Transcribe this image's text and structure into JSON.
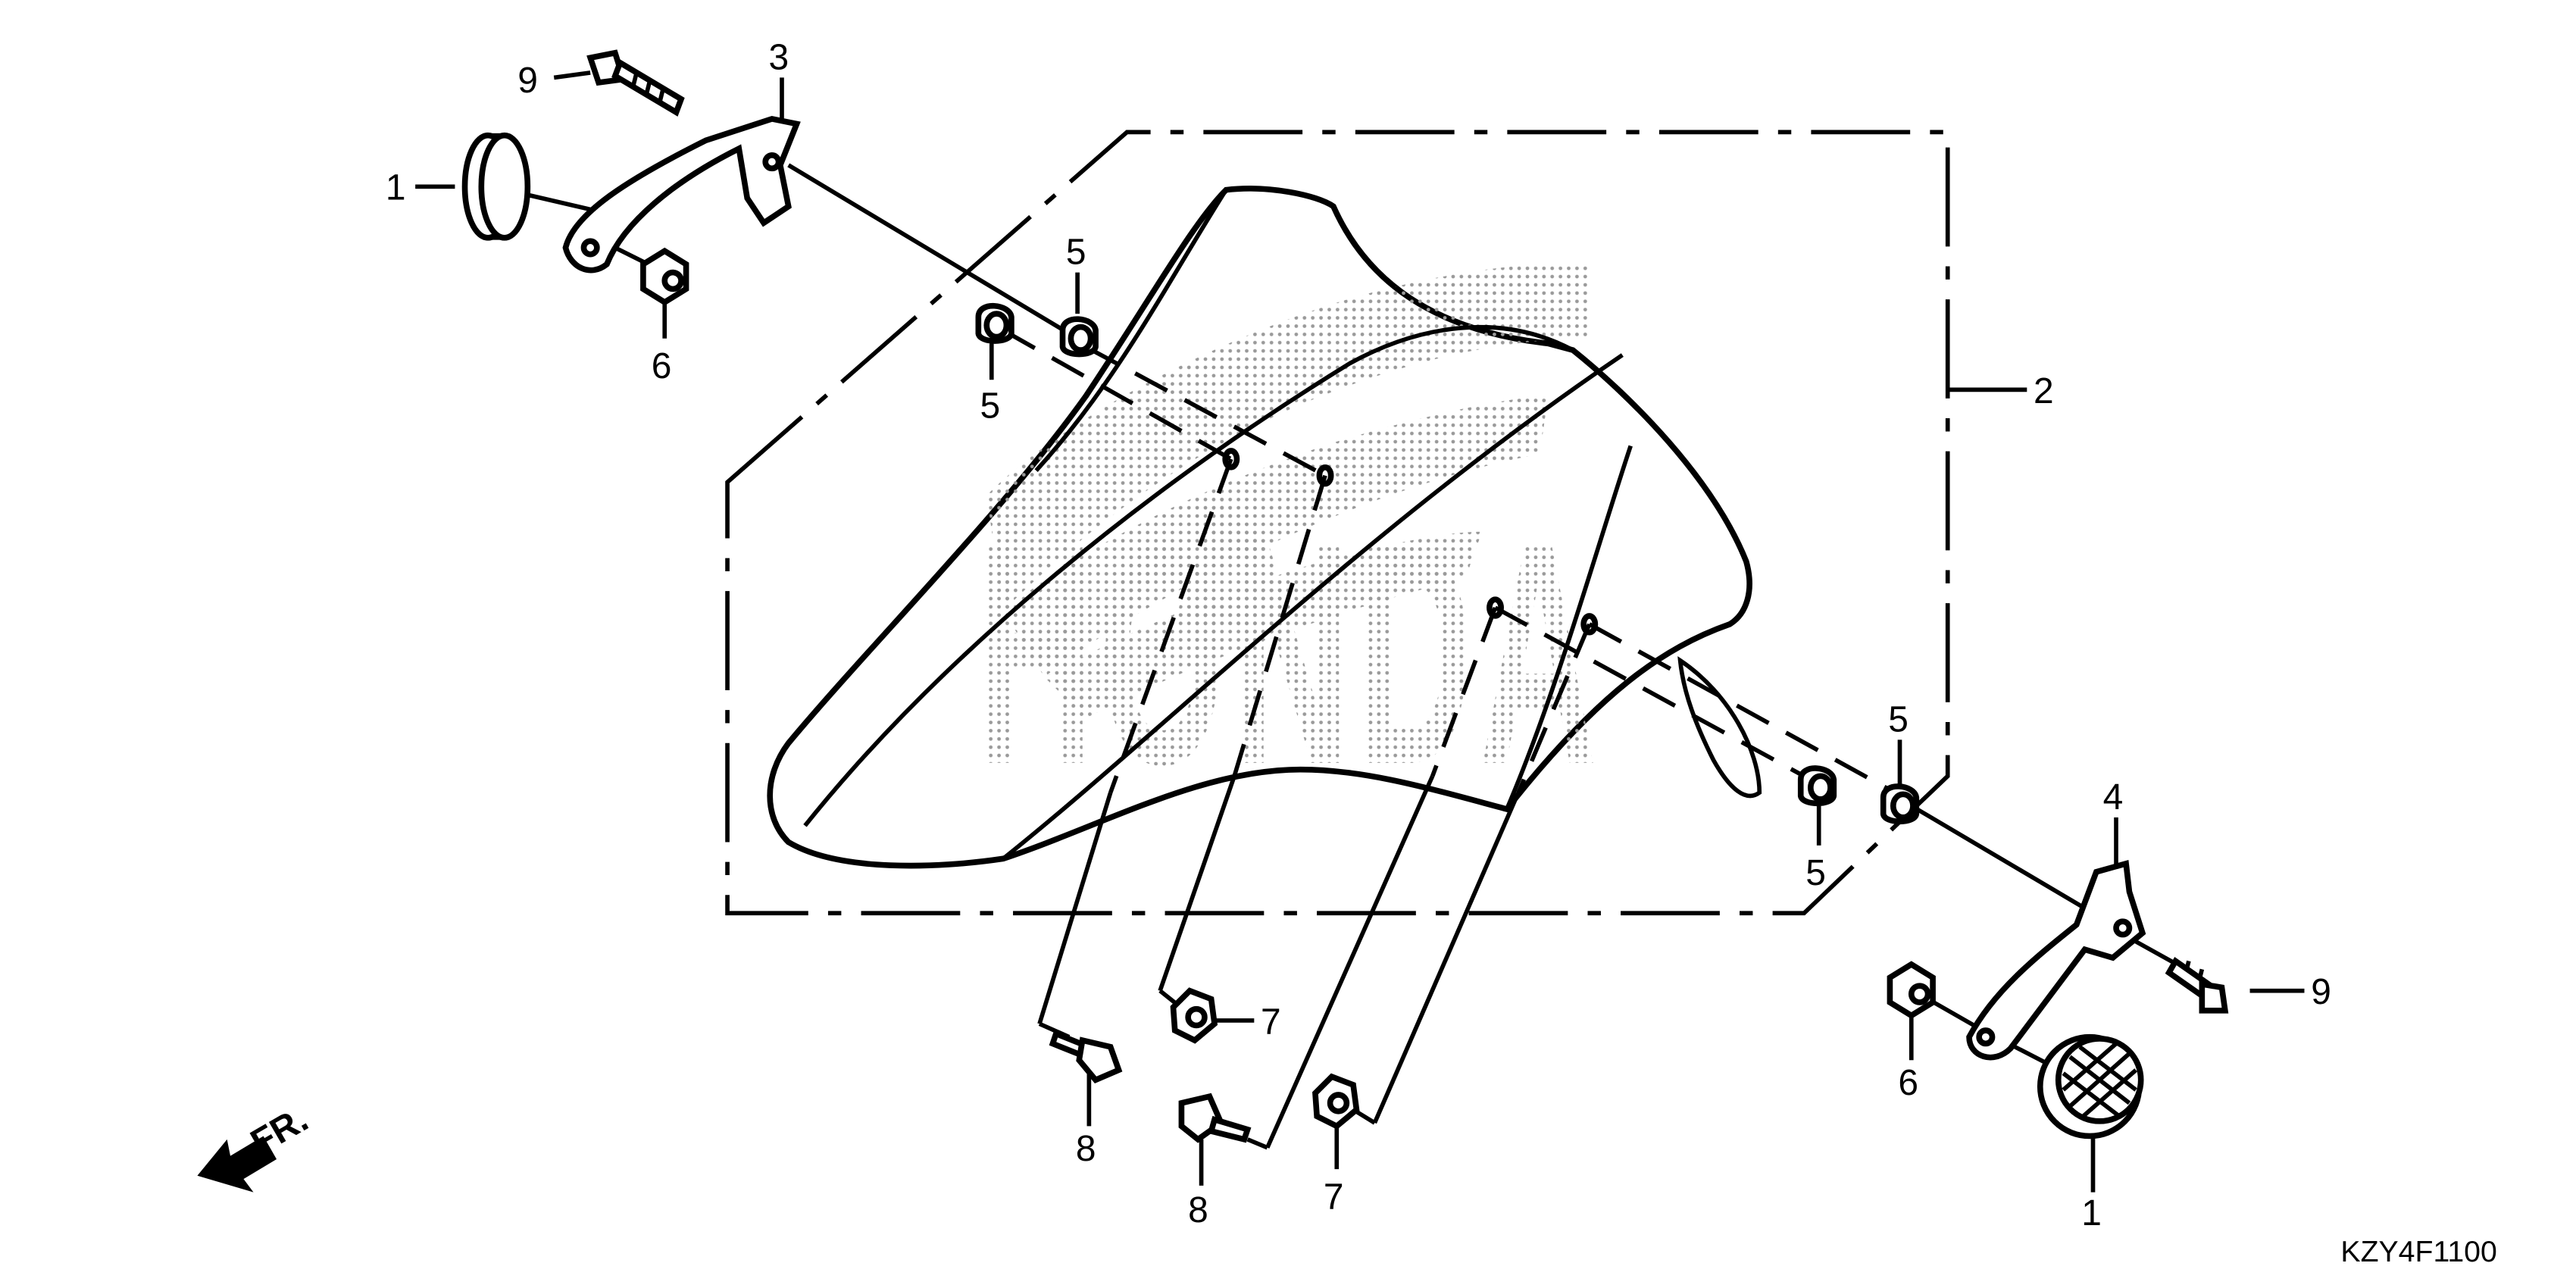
{
  "diagram": {
    "callouts": {
      "c1a": "1",
      "c1b": "1",
      "c2": "2",
      "c3": "3",
      "c4": "4",
      "c5a": "5",
      "c5b": "5",
      "c5c": "5",
      "c5d": "5",
      "c6a": "6",
      "c6b": "6",
      "c7a": "7",
      "c7b": "7",
      "c8a": "8",
      "c8b": "8",
      "c9a": "9",
      "c9b": "9"
    },
    "brand_watermark": "HONDA",
    "front_indicator": "FR.",
    "drawing_code": "KZY4F1100"
  }
}
